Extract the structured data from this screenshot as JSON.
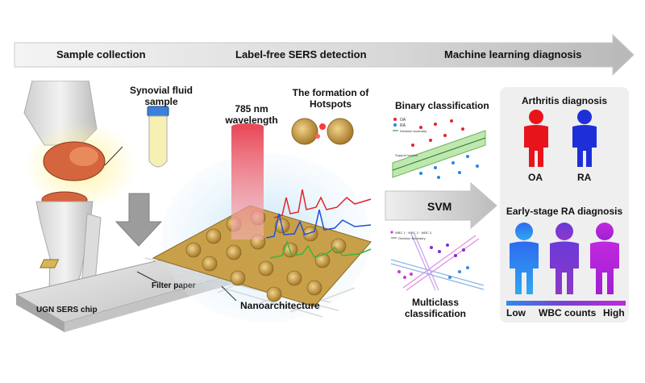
{
  "workflow": {
    "stage1": "Sample collection",
    "stage2": "Label-free SERS detection",
    "stage3": "Machine learning diagnosis"
  },
  "sample": {
    "fluid_line1": "Synovial fluid",
    "fluid_line2": "sample",
    "chip_label": "UGN SERS chip",
    "filter_label": "Filter paper"
  },
  "detection": {
    "laser_line1": "785 nm",
    "laser_line2": "wavelength",
    "hotspot_line1": "The formation of",
    "hotspot_line2": "Hotspots",
    "nano_label": "Nanoarchitecture"
  },
  "ml": {
    "binary_title": "Binary classification",
    "binary_legend_oa": "OA",
    "binary_legend_ra": "RA",
    "binary_legend_boundary": "Decision boundary",
    "binary_support": "Support vectors",
    "svm_label": "SVM",
    "multi_line1": "Multiclass",
    "multi_line2": "classification",
    "multi_legend": "WBC 1 · WBC 2 · WBC 3",
    "multi_boundary": "Decision Boundary"
  },
  "diagnosis": {
    "arthritis_title": "Arthritis diagnosis",
    "oa": "OA",
    "ra": "RA",
    "early_title": "Early-stage RA diagnosis",
    "low": "Low",
    "wbc": "WBC counts",
    "high": "High"
  },
  "colors": {
    "oa_red": "#e8141c",
    "ra_blue": "#1f2fd8",
    "gradient_blue": "#2d8bf0",
    "gradient_purple": "#7b3fd0",
    "gradient_magenta": "#c028e0",
    "laser_red": "#e0303c",
    "gold": "#c9a04a"
  }
}
